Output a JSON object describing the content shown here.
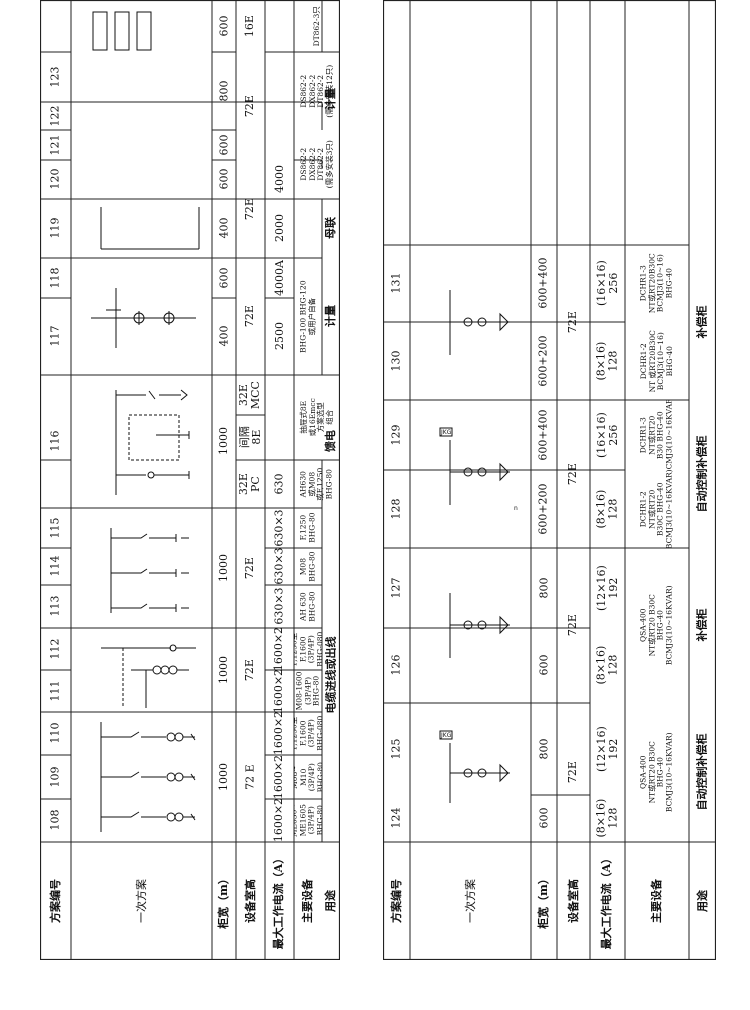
{
  "table1": {
    "row_headers": {
      "scheme_no": "方案编号",
      "primary_scheme": "一次方案",
      "cabinet_width": "柜宽（m）",
      "equipment_room_height": "设备室高",
      "max_current": "最大工作电流（A）",
      "main_equipment": "主要设备",
      "usage": "用途"
    },
    "scheme_numbers": [
      "108",
      "109",
      "110",
      "111",
      "112",
      "113",
      "114",
      "115",
      "116",
      "117",
      "118",
      "119",
      "120",
      "121",
      "122",
      "123"
    ],
    "widths": {
      "g108_110": "1000",
      "g111_112": "1000",
      "g113_115": "1000",
      "g116": "1000",
      "c117": "400",
      "c118": "600",
      "c119": "400",
      "c120": "600",
      "c121": "600",
      "c122": "800",
      "c123": "600"
    },
    "heights": {
      "g108_110": "72 E",
      "g111_112": "72E",
      "g113_115": "72E",
      "c116a": "32E\nPC",
      "c116b": "间隔\n8E",
      "c116c": "32E\nMCC",
      "g117_118": "72E",
      "g119_120": "72E",
      "g121_122": "72E",
      "c123": "16E"
    },
    "currents": {
      "c108": "1600×2",
      "c109": "1600×2",
      "c110": "1600×2",
      "c111": "1600×2",
      "c112": "1600×2",
      "c113": "630×3",
      "c114": "630×3",
      "c115": "630×3",
      "c116": "630",
      "c117": "2500",
      "c118": "4000A",
      "c119": "2000",
      "c120": "4000"
    },
    "equipment": {
      "c108": "ME630~\nME1605\n(3P/4P)\nBHG-80",
      "c109": "M08~\nM10\n(3P/4P)\nBHG-80",
      "c110": "F,1250至\nF,1600\n(3P/4P)\nBHG-080",
      "c111": "M08-1600\n(3P/4P)\nBHG-80",
      "c112": "F,1250至\nF,1600\n(3P/4P)\nBHG-080",
      "c113": "AH 630\nBHG-80",
      "c114": "M08\nBHG-80",
      "c115": "F,1250\nBHG-80",
      "c116a": "AH630\n或M08\n或F,1250\nBHG-80",
      "c116c": "抽屉式8E\n或16Emcc\n方案选型\n组合",
      "g117_118": "BHG-100 BHG-120\n或用户自备",
      "c121": "DS862-2\nDX862-2\nDT862-2\n(需多安装3只)",
      "c122": "DS862-2\nDX862-2\nDT862-2\n(需多安装12只)",
      "c123": "DT862-3只"
    },
    "usage": {
      "g108_115": "电缆进线或出线",
      "g116": "馈电",
      "g117_118": "计量",
      "g119_120": "母联",
      "g121_123": "计量"
    }
  },
  "table2": {
    "row_headers": {
      "scheme_no": "方案编号",
      "primary_scheme": "一次方案",
      "cabinet_width": "柜宽（m）",
      "equipment_room_height": "设备室高",
      "max_current": "最大工作电流（A）",
      "main_equipment": "主要设备",
      "usage": "用途"
    },
    "scheme_numbers": [
      "124",
      "125",
      "126",
      "127",
      "128",
      "129",
      "130",
      "131"
    ],
    "widths": {
      "c124": "600",
      "c125": "800",
      "c126": "600",
      "c127": "800",
      "c128": "600+200",
      "c129": "600+400",
      "c130": "600+200",
      "c131": "600+400"
    },
    "heights": {
      "g124_125": "72E",
      "g126_127": "72E",
      "g128_129": "72E",
      "g130_131": "72E"
    },
    "currents": {
      "c124": "(8×16)\n128",
      "c125": "(12×16)\n192",
      "c126": "(8×16)\n128",
      "c127": "(12×16)\n192",
      "c128": "(8×16)\n128",
      "c129": "(16×16)\n256",
      "c130": "(8×16)\n128",
      "c131": "(16×16)\n256"
    },
    "equipment": {
      "g124_125": "QSA-400\nNT或RT20 B30C\nBHG-40\nBCMJ3(10~16KVAR)",
      "g126_127": "QSA-400\nNT或RT20 B30C\nBHG-40\nBCMJ3(10~16KVAR)",
      "c128": "DCHR1-2\nNT或RT20\nB30C BHG-40\nBCMJ3(10~16KVAR)",
      "c129": "DCHR1-3\nNT或RT20\nB30 BHG-40\nBCMJ3(10~16KVAR)",
      "c130": "DCHR1-2\nNT 或RT20B30C\nBCMJ3(10~16)\nBHG-40",
      "c131": "DCHR1-3\nNT或RT20B30C\nBCMJ3(10~16)\nBHG-40"
    },
    "usage": {
      "g124_125": "自动控制补偿柜",
      "g126_127": "补偿柜",
      "g128_129": "自动控制补偿柜",
      "g130_131": "补偿柜"
    },
    "diagram_labels": {
      "jkg": "JKG",
      "mark_n": "n"
    }
  }
}
